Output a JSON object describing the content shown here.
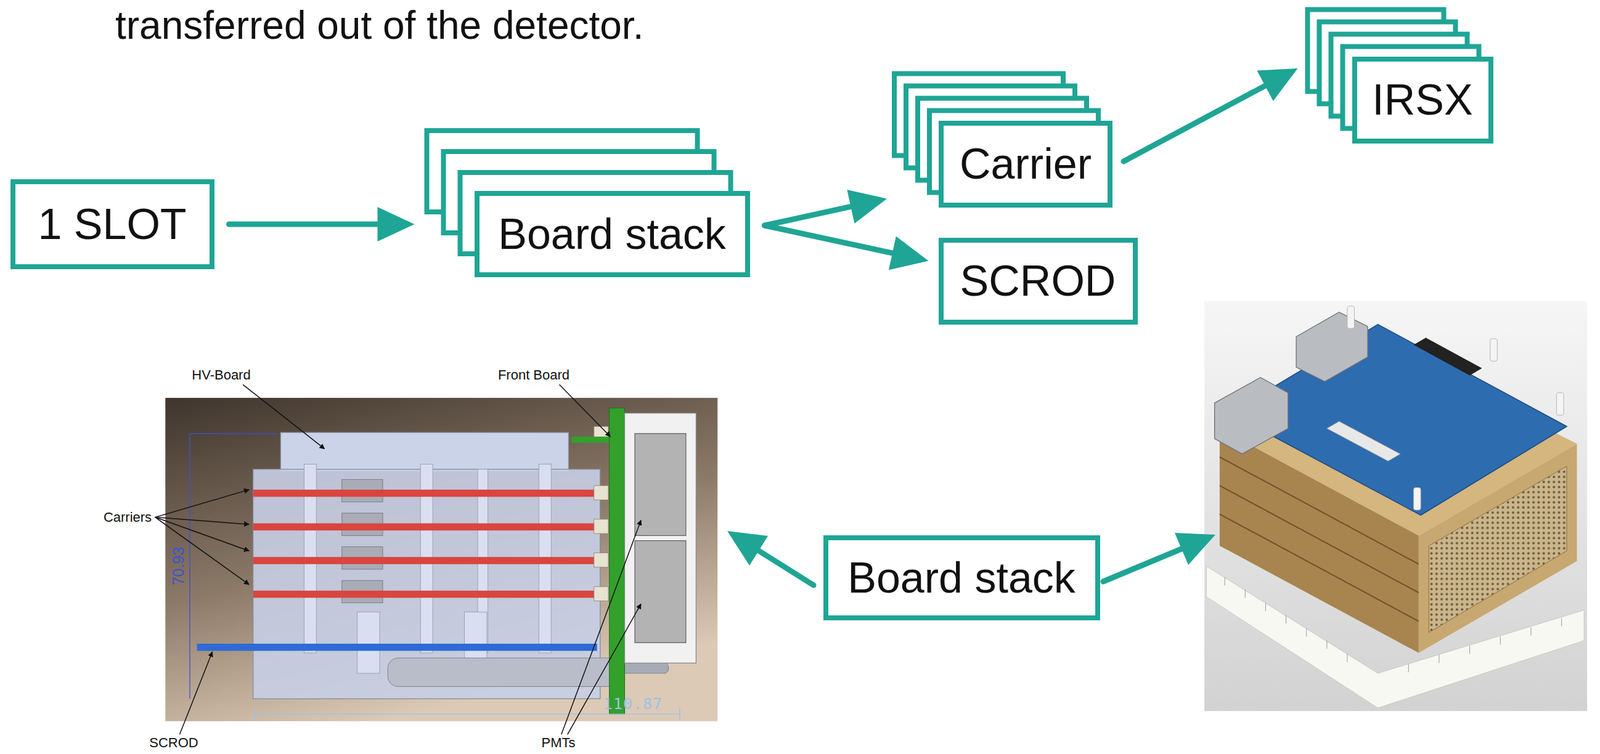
{
  "diagram": {
    "nodes": [
      {
        "text": [
          "1 SLOT"
        ]
      },
      {
        "text": [
          "Board stack"
        ]
      },
      {
        "text": [
          "Carrier"
        ]
      },
      {
        "text": [
          "IRSX"
        ]
      },
      {
        "text": [
          "SCROD"
        ]
      },
      {
        "text": [
          "Board stack"
        ]
      }
    ],
    "edges": [
      {
        "from": 0,
        "to": 1,
        "arrow": "to"
      },
      {
        "from": 1,
        "to": 2,
        "arrow": "to"
      },
      {
        "from": 1,
        "to": 4,
        "arrow": "to"
      },
      {
        "from": 2,
        "to": 3,
        "arrow": "to"
      }
    ],
    "labels": [
      "transferred out of the detector.",
      "HV-Board",
      "Front Board",
      "Carriers",
      "70.93",
      "110.87",
      "SCROD",
      "PMTs"
    ]
  }
}
